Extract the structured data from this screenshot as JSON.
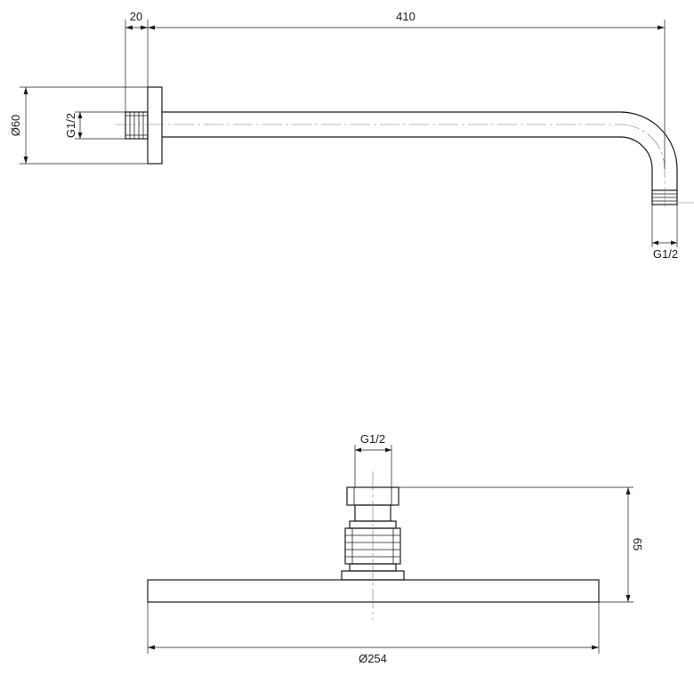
{
  "arm_view": {
    "flange_thickness_label": "20",
    "arm_length_label": "410",
    "flange_diameter_label": "Ø60",
    "inlet_thread_label": "G1/2",
    "outlet_thread_label": "G1/2"
  },
  "head_view": {
    "connection_thread_label": "G1/2",
    "height_label": "65",
    "head_diameter_label": "Ø254"
  }
}
